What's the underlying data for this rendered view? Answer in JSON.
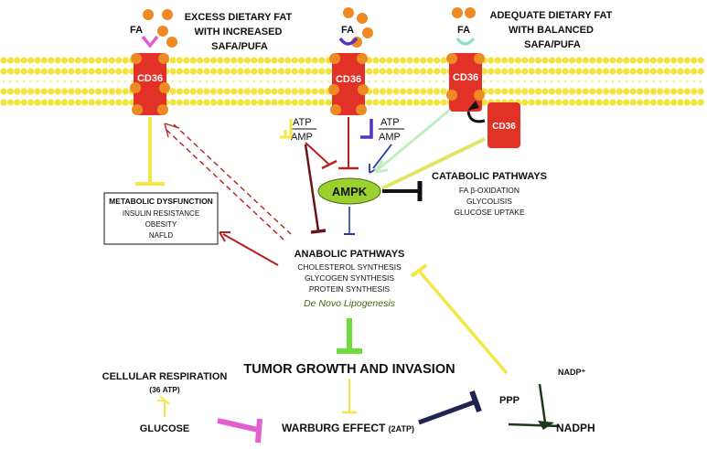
{
  "labels": {
    "excess_fat": [
      "EXCESS DIETARY FAT",
      "WITH INCREASED",
      "SAFA/PUFA"
    ],
    "adequate_fat": [
      "ADEQUATE DIETARY FAT",
      "WITH BALANCED",
      "SAFA/PUFA"
    ],
    "fa": "FA",
    "cd36": "CD36",
    "atp": "ATP",
    "amp": "AMP",
    "ampk": "AMPK",
    "catabolic_title": "CATABOLIC PATHWAYS",
    "catabolic_items": [
      "FA β-OXIDATION",
      "GLYCOLISIS",
      "GLUCOSE UPTAKE"
    ],
    "metabolic_title": "METABOLIC DYSFUNCTION",
    "metabolic_items": [
      "INSULIN RESISTANCE",
      "OBESITY",
      "NAFLD"
    ],
    "anabolic_title": "ANABOLIC PATHWAYS",
    "anabolic_items": [
      "CHOLESTEROL SYNTHESIS",
      "GLYCOGEN SYNTHESIS",
      "PROTEIN SYNTHESIS"
    ],
    "de_novo": "De Novo Lipogenesis",
    "tumor": "TUMOR GROWTH AND INVASION",
    "cell_resp": "CELLULAR RESPIRATION",
    "atp36": "(36 ATP)",
    "glucose": "GLUCOSE",
    "warburg": "WARBURG EFFECT",
    "warburg_atp": "(2ATP)",
    "ppp": "PPP",
    "nadp": "NADP⁺",
    "nadph": "NADPH"
  },
  "colors": {
    "membrane": "#f2e33c",
    "cd36": "#e23126",
    "fa_dot": "#ee8a24",
    "ampk_fill": "#9bd12f",
    "yellow": "#f3e646",
    "red": "#b5211f",
    "dark_red": "#6b1414",
    "purple": "#5531c8",
    "pink": "#e35fd0",
    "mint": "#8fe0cc",
    "green": "#6edc3c",
    "navy": "#1e2350",
    "dark_green": "#1a3a1a",
    "olive_text": "#3c6a10"
  }
}
